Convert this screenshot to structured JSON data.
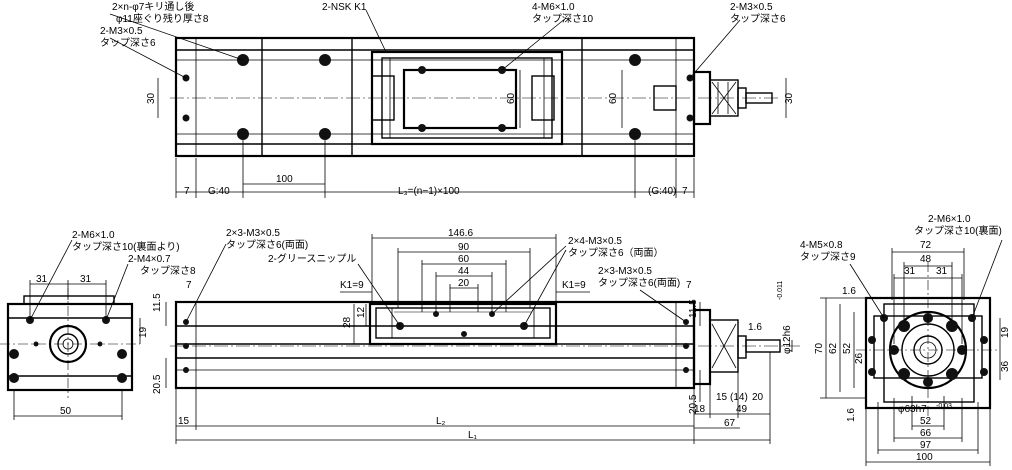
{
  "top_view": {
    "note_holes_1": "2×n-φ7キリ通し後",
    "note_holes_2": "φ11座ぐり残り厚さ8",
    "note_left_1": "2-M3×0.5",
    "note_left_2": "タップ深さ6",
    "note_nsk": "2-NSK K1",
    "note_m6_1": "4-M6×1.0",
    "note_m6_2": "タップ深さ10",
    "note_right_1": "2-M3×0.5",
    "note_right_2": "タップ深さ6",
    "dim_30_left": "30",
    "dim_30_right": "30",
    "dim_60_a": "60",
    "dim_60_b": "60",
    "dim_7_left": "7",
    "dim_g40": "G:40",
    "dim_100": "100",
    "dim_l3": "L₃=(n−1)×100",
    "dim_g40_paren": "(G:40)",
    "dim_7_right": "7"
  },
  "left_end_view": {
    "note_m6_1": "2-M6×1.0",
    "note_m6_2": "タップ深さ10(裏面より)",
    "note_m4_1": "2-M4×0.7",
    "note_m4_2": "タップ深さ8",
    "dim_31_a": "31",
    "dim_31_b": "31",
    "dim_19": "19",
    "dim_50": "50"
  },
  "side_view": {
    "note_m3_1": "2×3-M3×0.5",
    "note_m3_2": "タップ深さ6(両面)",
    "note_grease": "2-グリースニップル",
    "note_m3b_1": "2×4-M3×0.5",
    "note_m3b_2": "タップ深さ6（両面）",
    "note_m3c_1": "2×3-M3×0.5",
    "note_m3c_2": "タップ深さ6(両面)",
    "dim_1466": "146.6",
    "dim_90": "90",
    "dim_60": "60",
    "dim_44": "44",
    "dim_20": "20",
    "dim_k1_left": "K1=9",
    "dim_k1_right": "K1=9",
    "dim_7_left": "7",
    "dim_7_right": "7",
    "dim_115_left": "11.5",
    "dim_115_right": "11.5",
    "dim_28": "28",
    "dim_12": "12",
    "dim_205_left": "20.5",
    "dim_205_right": "20.5",
    "dim_16": "1.6",
    "dim_shaft": "φ12h6",
    "dim_shaft_tol": "-0.011",
    "dim_15_left": "15",
    "dim_l2": "L₂",
    "dim_l1": "L₁",
    "dim_18": "18",
    "dim_15": "15",
    "dim_14": "(14)",
    "dim_20b": "20",
    "dim_49": "49",
    "dim_67": "67"
  },
  "right_end_view": {
    "note_m6_1": "2-M6×1.0",
    "note_m6_2": "タップ深さ10(裏面)",
    "note_m5_1": "4-M5×0.8",
    "note_m5_2": "タップ深さ9",
    "dim_72": "72",
    "dim_48": "48",
    "dim_31_a": "31",
    "dim_31_b": "31",
    "dim_16_a": "1.6",
    "dim_16_b": "1.6",
    "dim_70": "70",
    "dim_62": "62",
    "dim_52_v": "52",
    "dim_26": "26",
    "dim_19": "19",
    "dim_36": "36",
    "dim_h7": "φ63h7",
    "dim_h7_tol": "-0.03",
    "dim_52_h": "52",
    "dim_66": "66",
    "dim_97": "97",
    "dim_100": "100"
  }
}
